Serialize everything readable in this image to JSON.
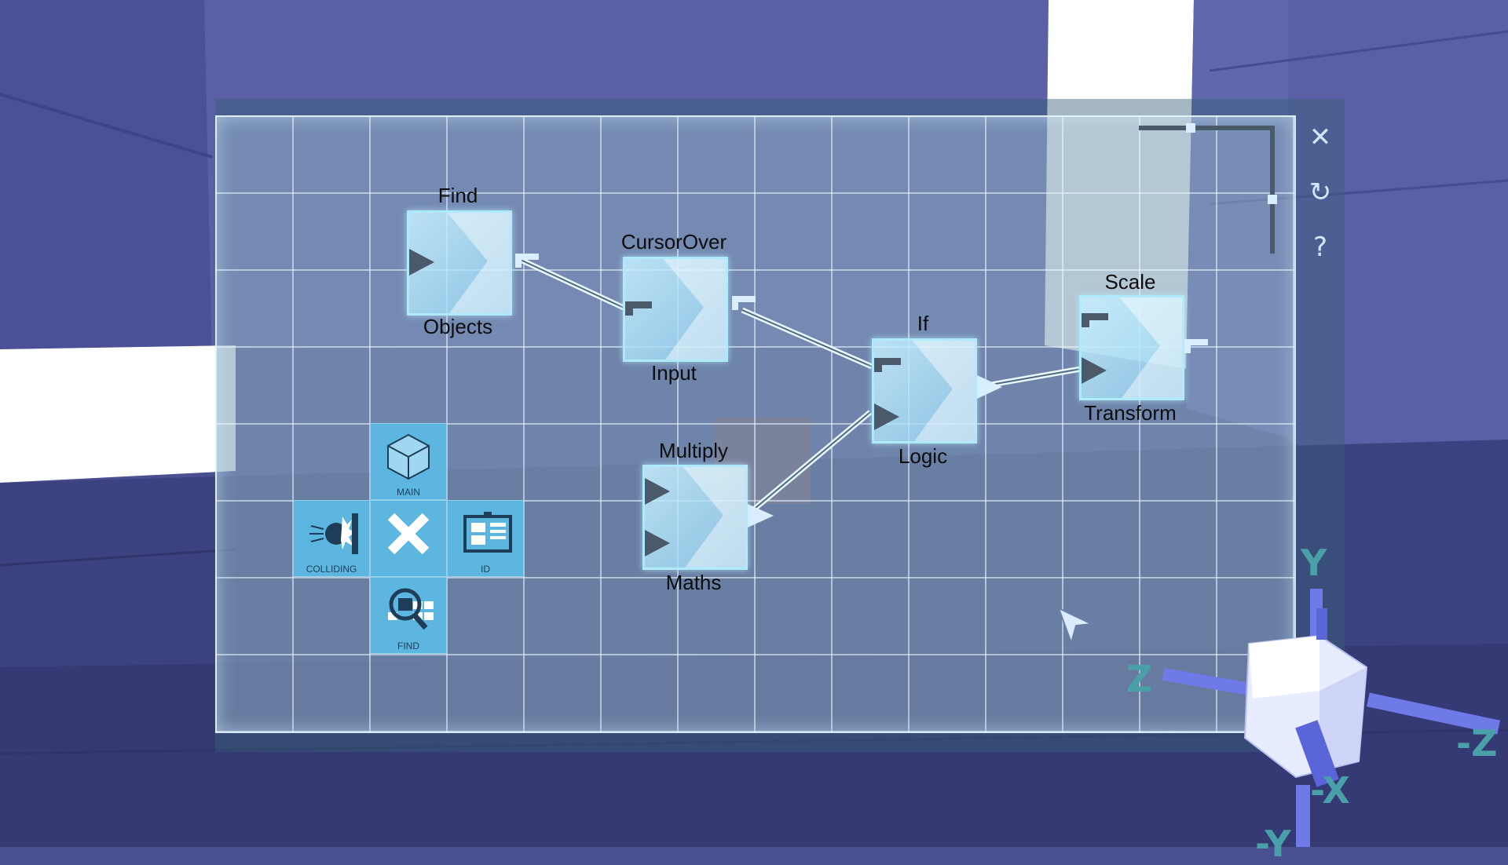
{
  "colors": {
    "panel_tint": "#d7eeff",
    "node_fill": "#bfe9fa",
    "port_dark": "#4a5a6a",
    "menu_tile": "#5db6df",
    "room_wall": "#4a4f92"
  },
  "window_controls": {
    "close_icon": "✕",
    "refresh_icon": "↻",
    "help_icon": "?"
  },
  "nodes": [
    {
      "id": "find",
      "title": "Find",
      "subtitle": "Objects"
    },
    {
      "id": "cursorover",
      "title": "CursorOver",
      "subtitle": "Input"
    },
    {
      "id": "if",
      "title": "If",
      "subtitle": "Logic"
    },
    {
      "id": "scale",
      "title": "Scale",
      "subtitle": "Transform"
    },
    {
      "id": "multiply",
      "title": "Multiply",
      "subtitle": "Maths"
    }
  ],
  "radial_menu": {
    "main": {
      "label": "MAIN",
      "icon": "cube-icon"
    },
    "colliding": {
      "label": "COLLIDING",
      "icon": "collision-icon"
    },
    "center": {
      "icon": "close-icon"
    },
    "id": {
      "label": "ID",
      "icon": "id-card-icon"
    },
    "find": {
      "label": "FIND",
      "icon": "magnifier-icon"
    }
  },
  "gizmo": {
    "axes": [
      "Y",
      "Z",
      "-Z",
      "-X",
      "-Y"
    ]
  }
}
